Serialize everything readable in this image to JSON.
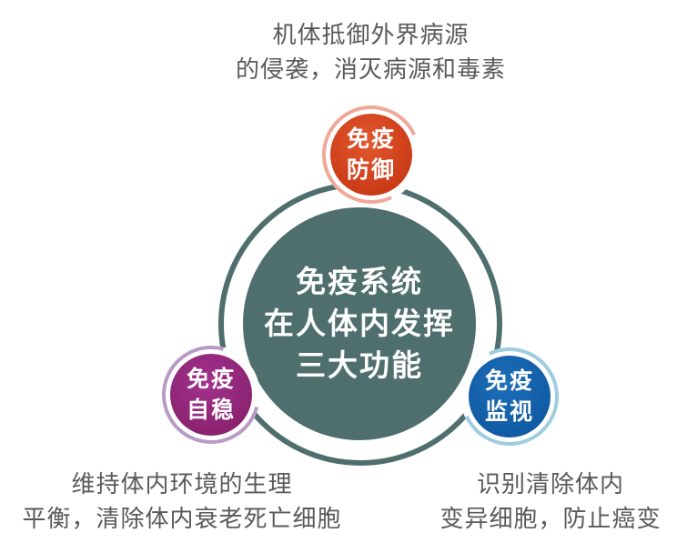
{
  "diagram": {
    "type": "hub-and-spoke",
    "center": {
      "lines": [
        "免疫系统",
        "在人体内发挥",
        "三大功能"
      ],
      "color": "#4f6e6e"
    },
    "nodes": [
      {
        "id": "defense",
        "lines": [
          "免疫",
          "防御"
        ],
        "color": "#c93a16",
        "ring_color": "#f0a898",
        "position": "top",
        "description": [
          "机体抵御外界病源",
          "的侵袭，消灭病源和毒素"
        ]
      },
      {
        "id": "stability",
        "lines": [
          "免疫",
          "自稳"
        ],
        "color": "#8a226f",
        "ring_color": "#b99ac6",
        "position": "bottom-left",
        "description": [
          "维持体内环境的生理",
          "平衡，清除体内衰老死亡细胞"
        ]
      },
      {
        "id": "surveillance",
        "lines": [
          "免疫",
          "监视"
        ],
        "color": "#0f5aa3",
        "ring_color": "#9fcde0",
        "position": "bottom-right",
        "description": [
          "识别清除体内",
          "变异细胞，防止癌变"
        ]
      }
    ]
  }
}
